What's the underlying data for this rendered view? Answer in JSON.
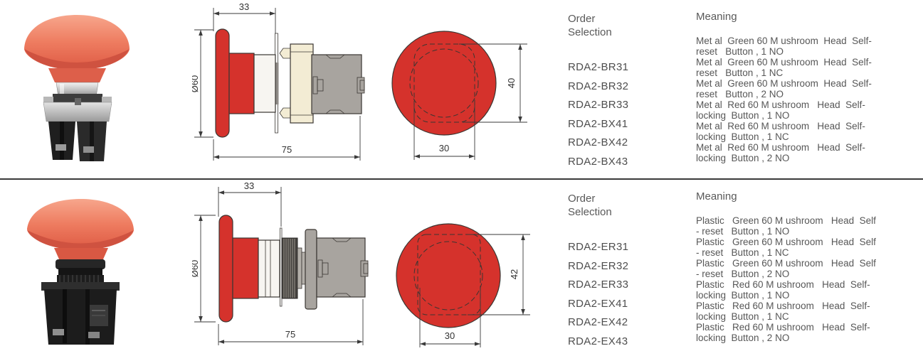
{
  "page": {
    "background": "#ffffff",
    "divider_color": "#3a3a3a"
  },
  "colors": {
    "drawing_red": "#d5322c",
    "photo_cap_red": "#ee7c60",
    "cream_part": "#f3ecd4",
    "gray_part": "#a8a49f",
    "line": "#3a3632",
    "text_gray": "#575757"
  },
  "rows": [
    {
      "side_view": {
        "top_width": "33",
        "diameter": "Ø60",
        "total_length": "75"
      },
      "top_view": {
        "height": "40",
        "width": "30"
      },
      "order": {
        "header": "Order\nSelection",
        "models": [
          "RDA2-BR31",
          "RDA2-BR32",
          "RDA2-BR33",
          "RDA2-BX41",
          "RDA2-BX42",
          "RDA2-BX43"
        ]
      },
      "meaning": {
        "header": "Meaning",
        "items": [
          {
            "line1": "Met al  Green 60 M ushroom  Head  Self-",
            "line2": "reset   Button , 1 NO"
          },
          {
            "line1": "Met al  Green 60 M ushroom  Head  Self-",
            "line2": "reset   Button , 1 NC"
          },
          {
            "line1": "Met al  Green 60 M ushroom  Head  Self-",
            "line2": "reset   Button , 2 NO"
          },
          {
            "line1": "Met al  Red 60 M ushroom   Head  Self-",
            "line2": "locking  Button , 1 NO"
          },
          {
            "line1": "Met al  Red 60 M ushroom   Head  Self-",
            "line2": "locking  Button , 1 NC"
          },
          {
            "line1": "Met al  Red 60 M ushroom   Head  Self-",
            "line2": "locking  Button , 2 NO"
          }
        ]
      }
    },
    {
      "side_view": {
        "top_width": "33",
        "diameter": "Ø60",
        "total_length": "75"
      },
      "top_view": {
        "height": "42",
        "width": "30"
      },
      "order": {
        "header": "Order\nSelection",
        "models": [
          "RDA2-ER31",
          "RDA2-ER32",
          "RDA2-ER33",
          "RDA2-EX41",
          "RDA2-EX42",
          "RDA2-EX43"
        ]
      },
      "meaning": {
        "header": "Meaning",
        "items": [
          {
            "line1": "Plastic   Green 60 M ushroom   Head  Self",
            "line2": "- reset   Button , 1 NO"
          },
          {
            "line1": "Plastic   Green 60 M ushroom   Head  Self",
            "line2": "- reset   Button , 1 NC"
          },
          {
            "line1": "Plastic   Green 60 M ushroom   Head  Self",
            "line2": "- reset   Button , 2 NO"
          },
          {
            "line1": "Plastic   Red 60 M ushroom   Head  Self-",
            "line2": "locking  Button , 1 NO"
          },
          {
            "line1": "Plastic   Red 60 M ushroom   Head  Self-",
            "line2": "locking  Button , 1 NC"
          },
          {
            "line1": "Plastic   Red 60 M ushroom   Head  Self-",
            "line2": "locking  Button , 2 NO"
          }
        ]
      }
    }
  ]
}
